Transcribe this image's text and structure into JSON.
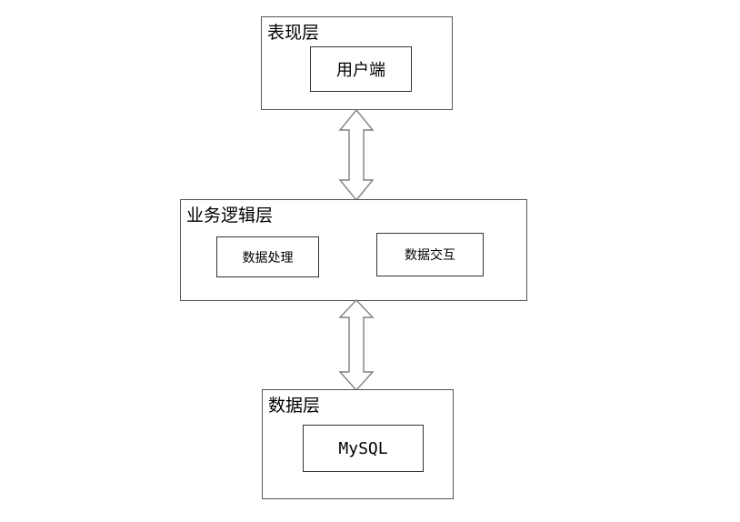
{
  "presentation_layer": {
    "title": "表现层",
    "client_box": "用户端"
  },
  "business_layer": {
    "title": "业务逻辑层",
    "data_processing_box": "数据处理",
    "data_interaction_box": "数据交互"
  },
  "data_layer": {
    "title": "数据层",
    "database_box": "MySQL"
  }
}
